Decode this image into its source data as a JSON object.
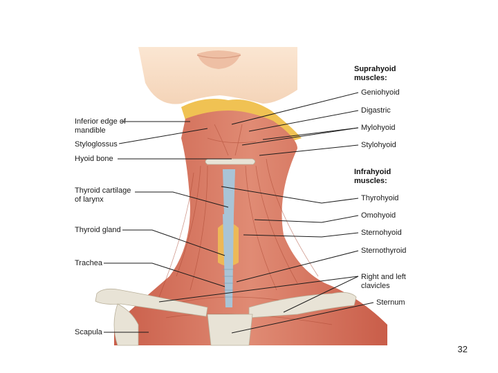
{
  "headers": {
    "suprahyoid": "Suprahyoid muscles:",
    "infrahyoid": "Infrahyoid muscles:"
  },
  "left_labels": {
    "mandible": "Inferior edge of mandible",
    "styloglossus": "Styloglossus",
    "hyoid": "Hyoid bone",
    "thyroid_cartilage": "Thyroid cartilage of larynx",
    "thyroid_gland": "Thyroid gland",
    "trachea": "Trachea",
    "scapula": "Scapula"
  },
  "right_labels": {
    "geniohyoid": "Geniohyoid",
    "digastric": "Digastric",
    "mylohyoid": "Mylohyoid",
    "stylohyoid": "Stylohyoid",
    "thyrohyoid": "Thyrohyoid",
    "omohyoid": "Omohyoid",
    "sternohyoid": "Sternohyoid",
    "sternothyroid": "Sternothyroid",
    "clavicles": "Right and left clavicles",
    "sternum": "Sternum"
  },
  "page_number": "32",
  "colors": {
    "skin": "#f7dcc3",
    "muscle": "#d9735e",
    "muscle_dark": "#b9513f",
    "bone": "#e8e3d6",
    "fat": "#f0c253",
    "trachea": "#a9c4d6"
  }
}
